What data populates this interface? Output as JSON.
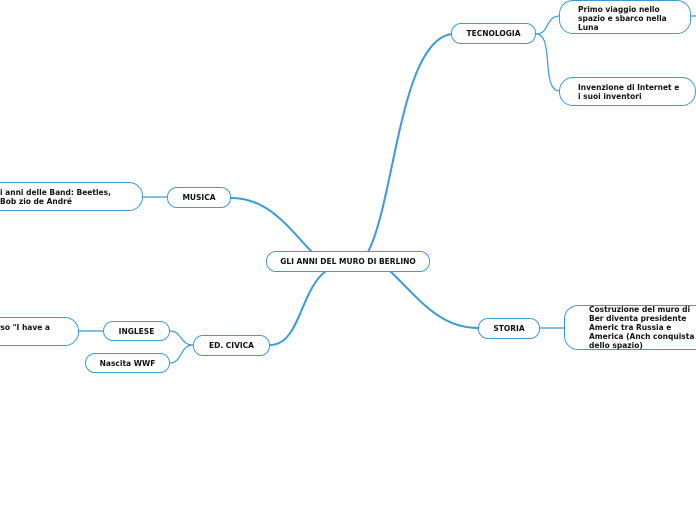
{
  "center": {
    "label": "GLI ANNI DEL MURO DI BERLINO"
  },
  "branches": {
    "tecnologia": {
      "label": "TECNOLOGIA",
      "children": [
        "Primo viaggio nello spazio e sbarco nella Luna",
        "Invenzione di Internet e i suoi inventori"
      ]
    },
    "musica": {
      "label": "MUSICA",
      "children": [
        "i anni delle Band: Beetles, Bob zio de André"
      ]
    },
    "storia": {
      "label": "STORIA",
      "children": [
        "Costruzione del muro di Ber diventa presidente Americ tra Russia e America (Anch conquista dello spazio)"
      ]
    },
    "ed_civica": {
      "label": "ED. CIVICA",
      "inglese": {
        "label": "INGLESE",
        "children": [
          "rso \"I have a"
        ]
      },
      "wwf": {
        "label": "Nascita WWF"
      }
    }
  },
  "colors": {
    "line": "#3a9bd6",
    "node_border": "#3a9bd6",
    "text": "#111111",
    "background": "#ffffff"
  }
}
